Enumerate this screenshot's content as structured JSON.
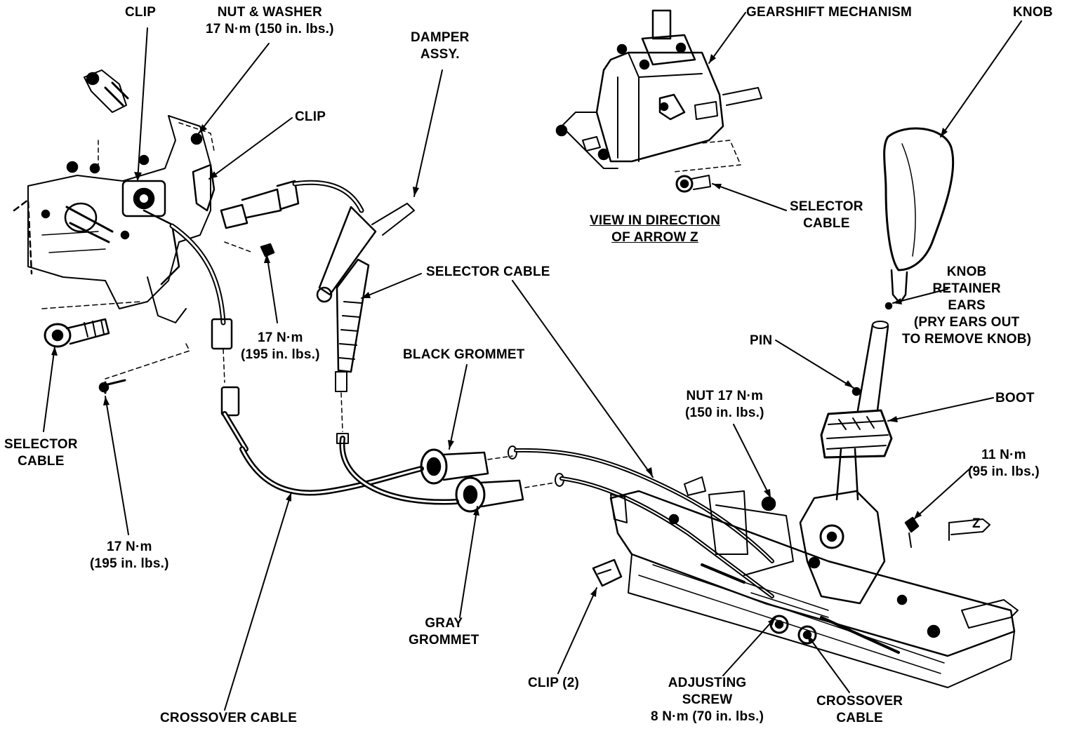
{
  "labels": {
    "clip_top": "CLIP",
    "nut_washer_1": "NUT & WASHER",
    "nut_washer_2": "17 N·m (150 in. lbs.)",
    "damper_1": "DAMPER",
    "damper_2": "ASSY.",
    "clip_mid": "CLIP",
    "gearshift": "GEARSHIFT MECHANISM",
    "knob": "KNOB",
    "selector_top_1": "SELECTOR",
    "selector_top_2": "CABLE",
    "view_1": "VIEW IN DIRECTION",
    "view_2": "OF ARROW Z",
    "selector_center": "SELECTOR CABLE",
    "knob_ret_1": "KNOB",
    "knob_ret_2": "RETAINER",
    "knob_ret_3": "EARS",
    "knob_ret_4": "(PRY EARS OUT",
    "knob_ret_5": "TO REMOVE KNOB)",
    "torque_195a_1": "17 N·m",
    "torque_195a_2": "(195 in. lbs.)",
    "black_grommet": "BLACK GROMMET",
    "pin": "PIN",
    "nut17_1": "NUT 17 N·m",
    "nut17_2": "(150 in. lbs.)",
    "boot": "BOOT",
    "selector_left_1": "SELECTOR",
    "selector_left_2": "CABLE",
    "torque_11_1": "11 N·m",
    "torque_11_2": "(95 in. lbs.)",
    "arrow_z": "Z",
    "torque_195b_1": "17 N·m",
    "torque_195b_2": "(195 in. lbs.)",
    "gray_grommet_1": "GRAY",
    "gray_grommet_2": "GROMMET",
    "clip2": "CLIP (2)",
    "adjusting_1": "ADJUSTING",
    "adjusting_2": "SCREW",
    "adjusting_3": "8 N·m (70 in. lbs.)",
    "crossover_right_1": "CROSSOVER",
    "crossover_right_2": "CABLE",
    "crossover_bottom": "CROSSOVER CABLE"
  }
}
